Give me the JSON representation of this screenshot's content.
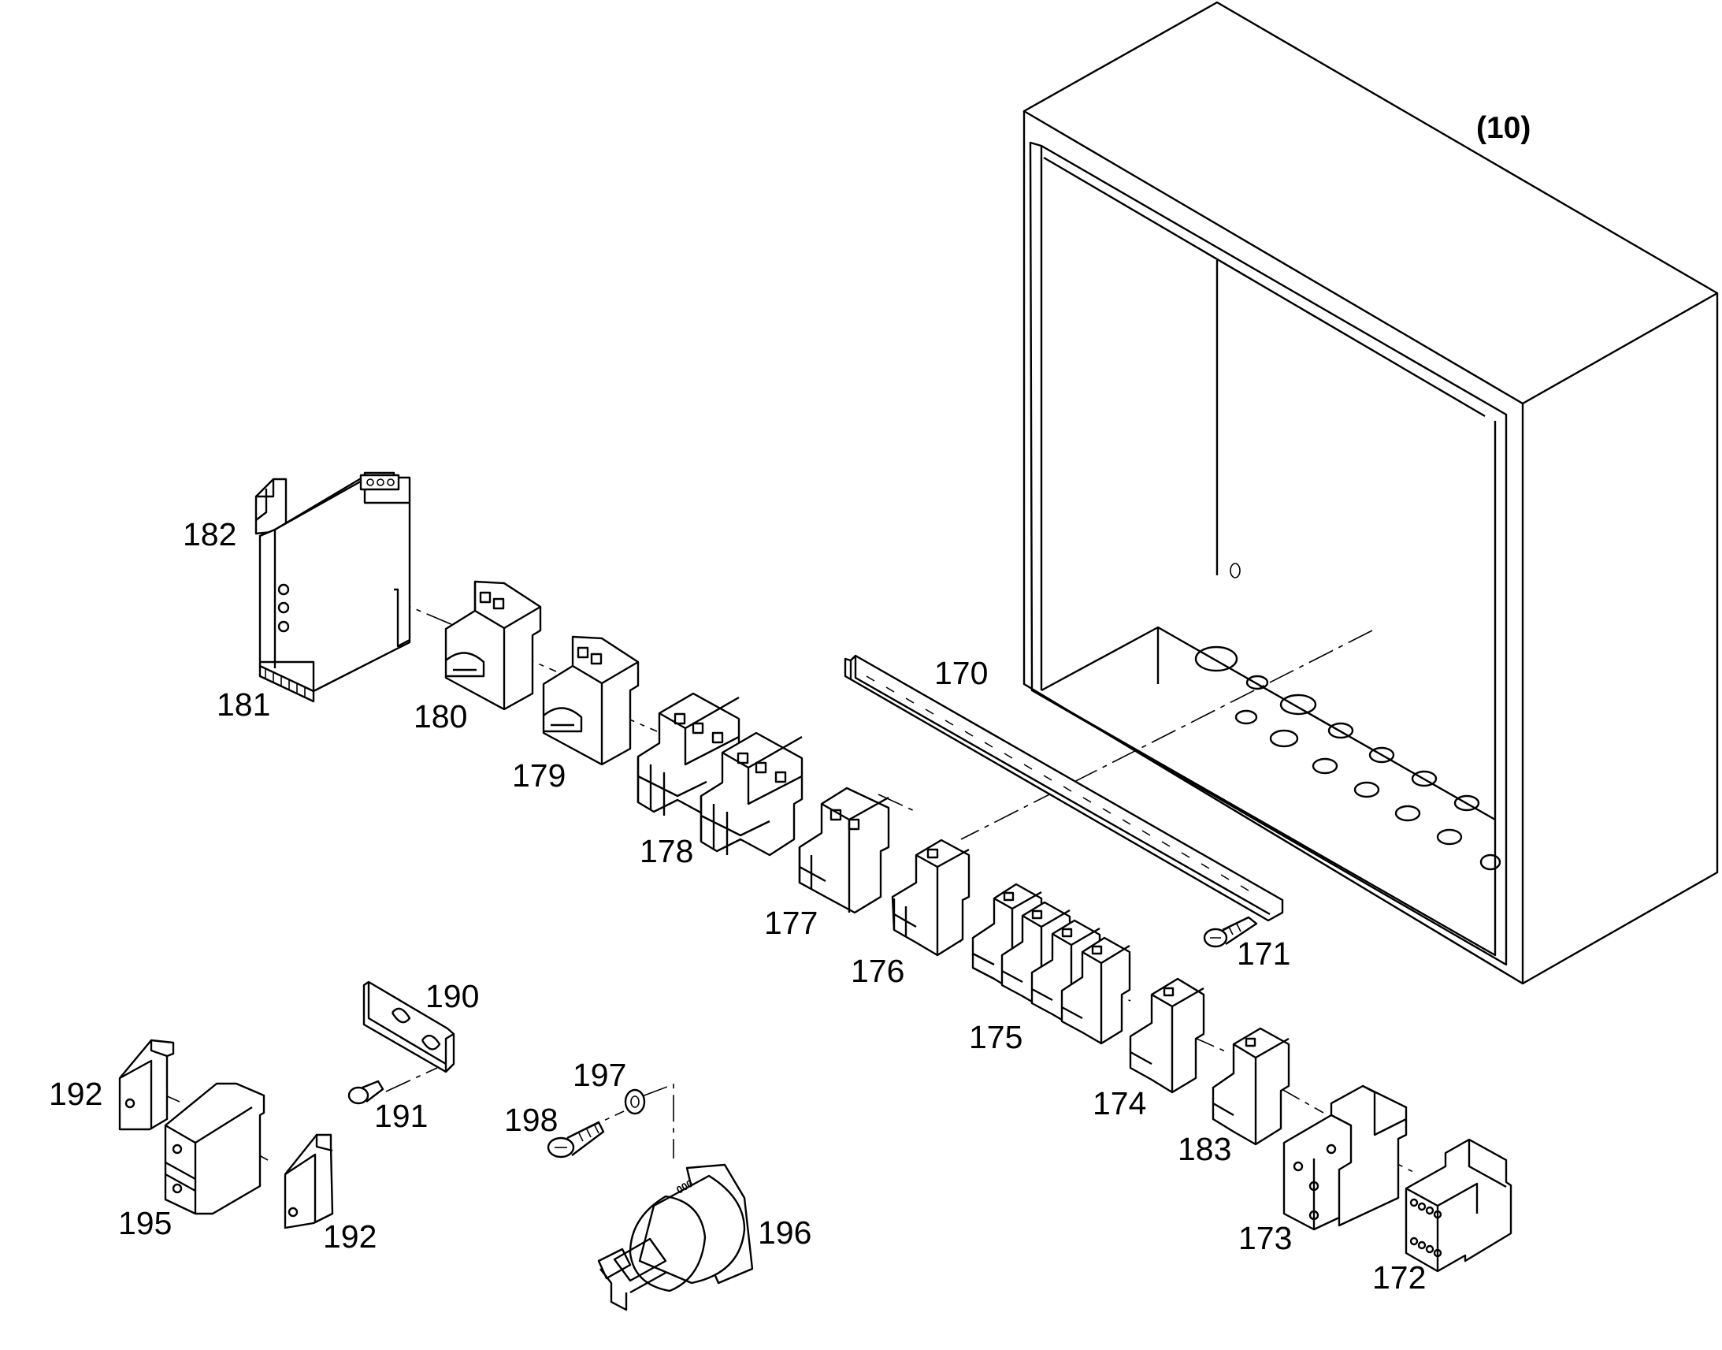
{
  "diagram": {
    "assembly_label": "(10)",
    "parts": [
      {
        "name": "rail-170",
        "label": "170"
      },
      {
        "name": "screw-171",
        "label": "171"
      },
      {
        "name": "contactor-172",
        "label": "172"
      },
      {
        "name": "relay-173",
        "label": "173"
      },
      {
        "name": "breaker-174",
        "label": "174"
      },
      {
        "name": "breakers-175",
        "label": "175"
      },
      {
        "name": "breaker-176",
        "label": "176"
      },
      {
        "name": "breaker-177",
        "label": "177"
      },
      {
        "name": "breaker-178",
        "label": "178"
      },
      {
        "name": "switch-179",
        "label": "179"
      },
      {
        "name": "switch-180",
        "label": "180"
      },
      {
        "name": "module-181",
        "label": "181"
      },
      {
        "name": "clip-182",
        "label": "182"
      },
      {
        "name": "breaker-183",
        "label": "183"
      },
      {
        "name": "bracket-190",
        "label": "190"
      },
      {
        "name": "screw-191",
        "label": "191"
      },
      {
        "name": "end-clamp-192a",
        "label": "192"
      },
      {
        "name": "end-clamp-192b",
        "label": "192"
      },
      {
        "name": "terminal-195",
        "label": "195"
      },
      {
        "name": "selector-196",
        "label": "196"
      },
      {
        "name": "washer-197",
        "label": "197"
      },
      {
        "name": "screw-198",
        "label": "198"
      }
    ]
  }
}
